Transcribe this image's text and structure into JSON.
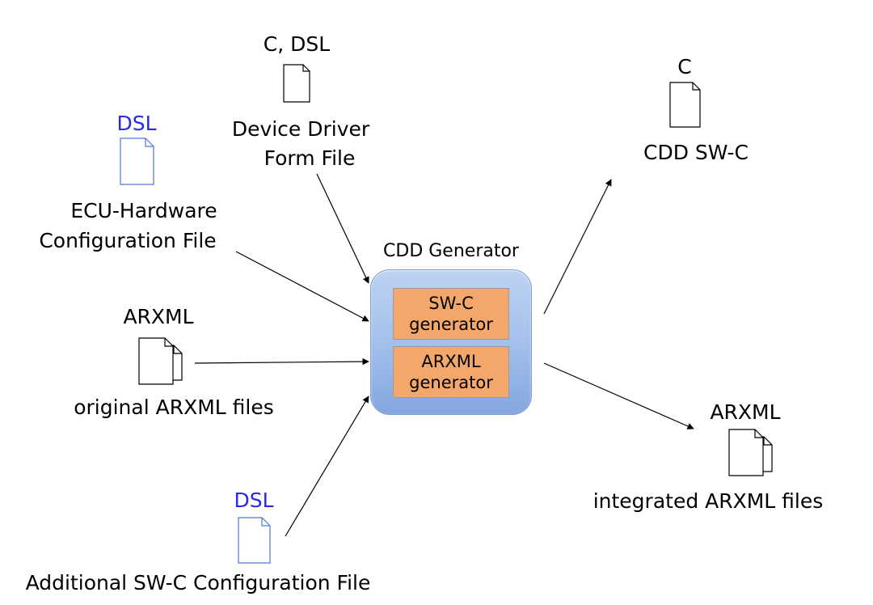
{
  "diagram": {
    "title": "CDD Generator",
    "colors": {
      "dsl_text": "#2a2ae6",
      "dsl_doc": "#4f79d8",
      "box": "#a7c3ec",
      "module": "#f4a76b"
    },
    "inputs": {
      "device_driver": {
        "type": "C, DSL",
        "label_lines": [
          "Device Driver",
          "Form File"
        ],
        "icon": "document-icon"
      },
      "ecu_hardware": {
        "type": "DSL",
        "label_lines": [
          "ECU-Hardware",
          "Configuration File"
        ],
        "icon": "document-icon"
      },
      "original_arxml": {
        "type": "ARXML",
        "label": "original ARXML files",
        "icon": "document-stack-icon"
      },
      "additional_swc": {
        "type": "DSL",
        "label": "Additional SW-C Configuration File",
        "icon": "document-icon"
      }
    },
    "modules": {
      "swc_generator": {
        "lines": [
          "SW-C",
          "generator"
        ]
      },
      "arxml_generator": {
        "lines": [
          "ARXML",
          "generator"
        ]
      }
    },
    "outputs": {
      "cdd_swc": {
        "type": "C",
        "label": "CDD SW-C",
        "icon": "document-icon"
      },
      "integrated_arxml": {
        "type": "ARXML",
        "label": "integrated ARXML files",
        "icon": "document-stack-icon"
      }
    }
  }
}
